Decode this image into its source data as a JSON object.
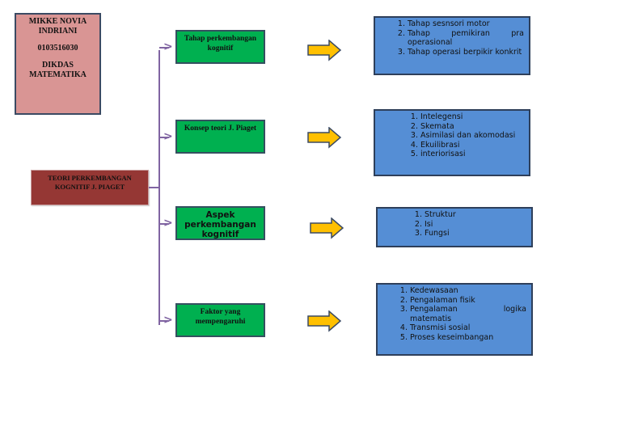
{
  "author_box": {
    "name": "MIKKE NOVIA INDRIANI",
    "id": "0103516030",
    "program": "DIKDAS MATEMATIKA"
  },
  "root": {
    "title": "TEORI PERKEMBANGAN KOGNITIF J. PIAGET"
  },
  "branches": [
    {
      "label": "Tahap perkembangan kognitif",
      "items": [
        "Tahap sesnsori motor",
        "Tahap pemikiran pra operasional",
        "Tahap operasi berpikir konkrit"
      ]
    },
    {
      "label": "Konsep teori J. Piaget",
      "items": [
        "Intelegensi",
        "Skemata",
        "Asimilasi dan akomodasi",
        "Ekuilibrasi",
        "interiorisasi"
      ]
    },
    {
      "label": "Aspek perkembangan kognitif",
      "items": [
        "Struktur",
        "Isi",
        "Fungsi"
      ]
    },
    {
      "label": "Faktor yang mempengaruhi",
      "items": [
        "Kedewasaan",
        "Pengalaman fisik",
        "Pengalaman logika matematis",
        "Transmisi sosial",
        "Proses keseimbangan"
      ]
    }
  ],
  "colors": {
    "author_box": "#d99594",
    "root": "#953734",
    "branch": "#00b050",
    "detail": "#558ed5",
    "arrow": "#ffc000",
    "connector": "#8064a2"
  }
}
